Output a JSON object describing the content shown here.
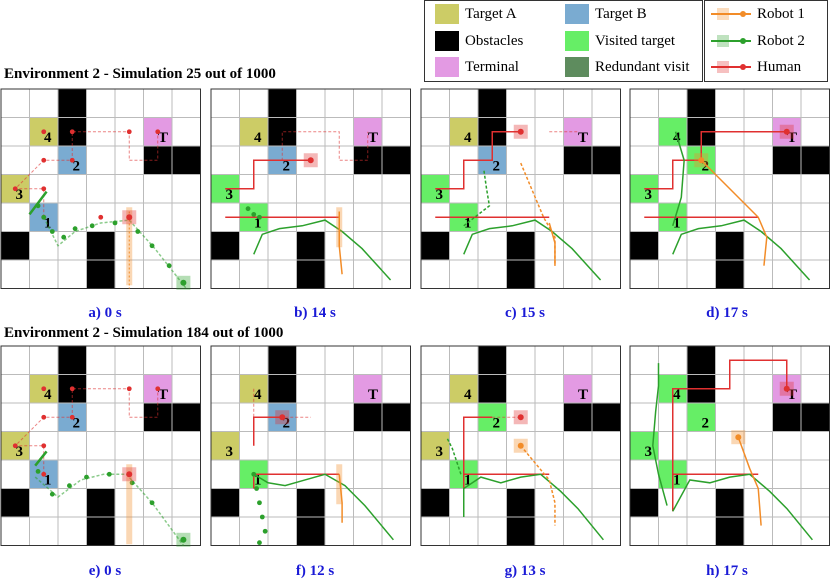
{
  "legend_targets": {
    "items": [
      {
        "label": "Target A",
        "color": "#cccc66"
      },
      {
        "label": "Target B",
        "color": "#7aabd1"
      },
      {
        "label": "Obstacles",
        "color": "#000000"
      },
      {
        "label": "Visited target",
        "color": "#66ee66"
      },
      {
        "label": "Terminal",
        "color": "#e39ae3"
      },
      {
        "label": "Redundant visit",
        "color": "#5e8c5e"
      }
    ]
  },
  "legend_agents": {
    "items": [
      {
        "label": "Robot 1",
        "color": "#f28c28"
      },
      {
        "label": "Robot 2",
        "color": "#2ca02c"
      },
      {
        "label": "Human",
        "color": "#e03030"
      }
    ]
  },
  "rows": [
    {
      "title": "Environment 2 - Simulation 25 out of 1000",
      "captions": [
        "a) 0 s",
        "b) 14 s",
        "c)  15 s",
        "d) 17 s"
      ]
    },
    {
      "title": "Environment 2 - Simulation 184 out of 1000",
      "captions": [
        "e) 0 s",
        "f) 12 s",
        "g)  13 s",
        "h) 17 s"
      ]
    }
  ],
  "cell_labels": {
    "target1": "1",
    "target2": "2",
    "target3": "3",
    "target4": "4",
    "terminal": "T"
  }
}
